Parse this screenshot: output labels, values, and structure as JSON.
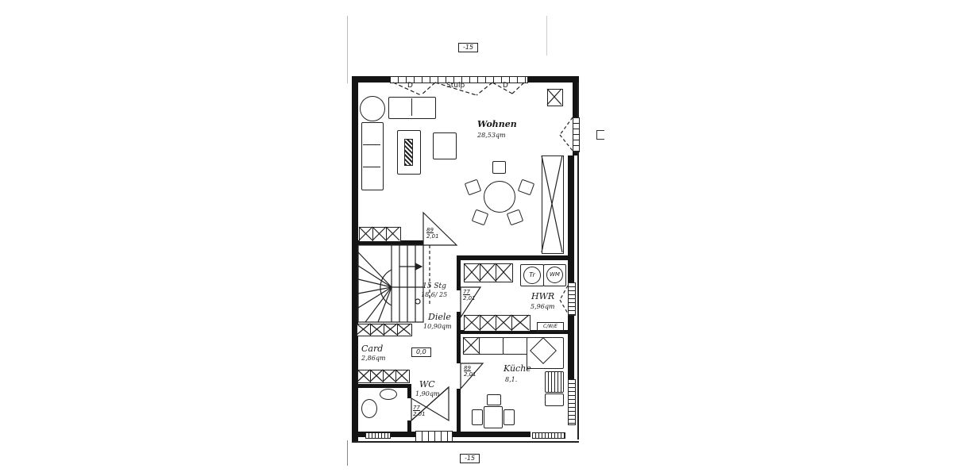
{
  "plan": {
    "level_markers": {
      "top": "-15",
      "bottom": "-15",
      "center": "0,0"
    },
    "window_labels": {
      "door_left": "D",
      "stulp": "Stulp",
      "door_right": "D"
    },
    "rooms": [
      {
        "name": "Wohnen",
        "area": "28,53qm"
      },
      {
        "name": "Diele",
        "area": "10,90qm"
      },
      {
        "name": "HWR",
        "area": "5,96qm"
      },
      {
        "name": "Card",
        "area": "2,86qm"
      },
      {
        "name": "WC",
        "area": "1,90qm"
      },
      {
        "name": "Küche",
        "area": "8,1."
      }
    ],
    "stairs": {
      "steps": "15 Stg",
      "ratio": "18,6/ 25"
    },
    "door_sizes": [
      {
        "width": "89",
        "height": "2,01"
      },
      {
        "width": "77",
        "height": "2,01"
      },
      {
        "width": "89",
        "height": "2,01"
      },
      {
        "width": "77",
        "height": "2,01"
      }
    ],
    "appliances": {
      "dryer": "Tr",
      "washer": "WM",
      "cwe": "C/W/E"
    }
  }
}
